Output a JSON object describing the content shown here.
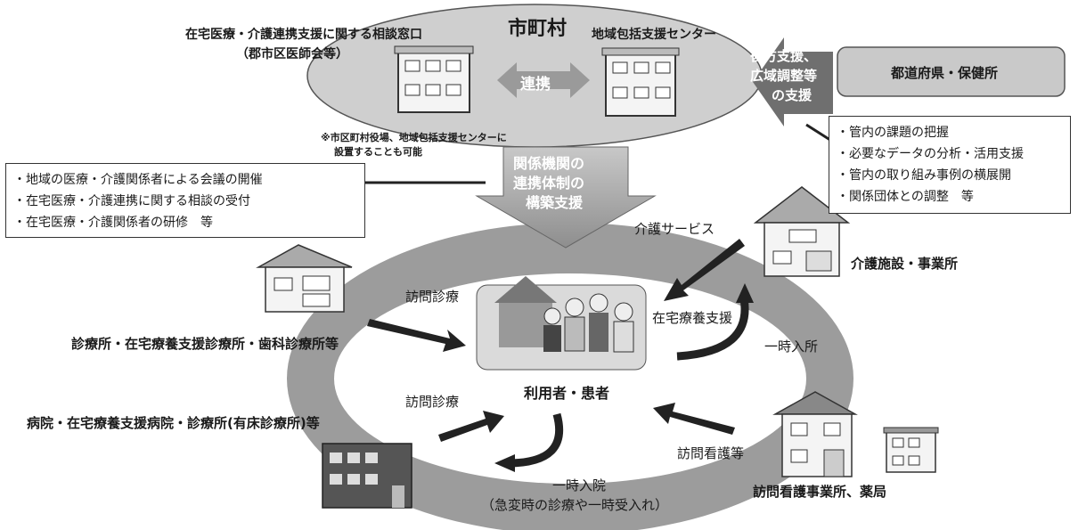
{
  "municipality": {
    "title": "市町村",
    "consult_window": [
      "在宅医療・介護連携支援に関する相談窓口",
      "（郡市区医師会等）"
    ],
    "community_center": "地域包括支援センター",
    "cooperation": "連携",
    "note": [
      "※市区町村役場、地域包括支援センターに",
      "設置することも可能"
    ]
  },
  "prefecture": {
    "label": "都道府県・保健所",
    "support_arrow": [
      "後方支援、",
      "広域調整等",
      "の支援"
    ],
    "tasks": [
      "・管内の課題の把握",
      "・必要なデータの分析・活用支援",
      "・管内の取り組み事例の横展開",
      "・関係団体との調整　等"
    ]
  },
  "municipal_tasks": [
    "・地域の医療・介護関係者による会議の開催",
    "・在宅医療・介護連携に関する相談の受付",
    "・在宅医療・介護関係者の研修　等"
  ],
  "build_arrow": [
    "関係機関の",
    "連携体制の",
    "構築支援"
  ],
  "center": {
    "label": "利用者・患者"
  },
  "facilities": {
    "clinic": "診療所・在宅療養支援診療所・歯科診療所等",
    "hospital": "病院・在宅療養支援病院・診療所(有床診療所)等",
    "care_facility": "介護施設・事業所",
    "nursing_pharmacy": "訪問看護事業所、薬局"
  },
  "flows": {
    "visit_care_clinic": "訪問診療",
    "visit_care_hospital": "訪問診療",
    "care_service": "介護サービス",
    "home_care_support": "在宅療養支援",
    "short_stay": "一時入所",
    "visit_nursing": "訪問看護等",
    "admission": [
      "一時入院",
      "（急変時の診療や一時受入れ）"
    ]
  }
}
